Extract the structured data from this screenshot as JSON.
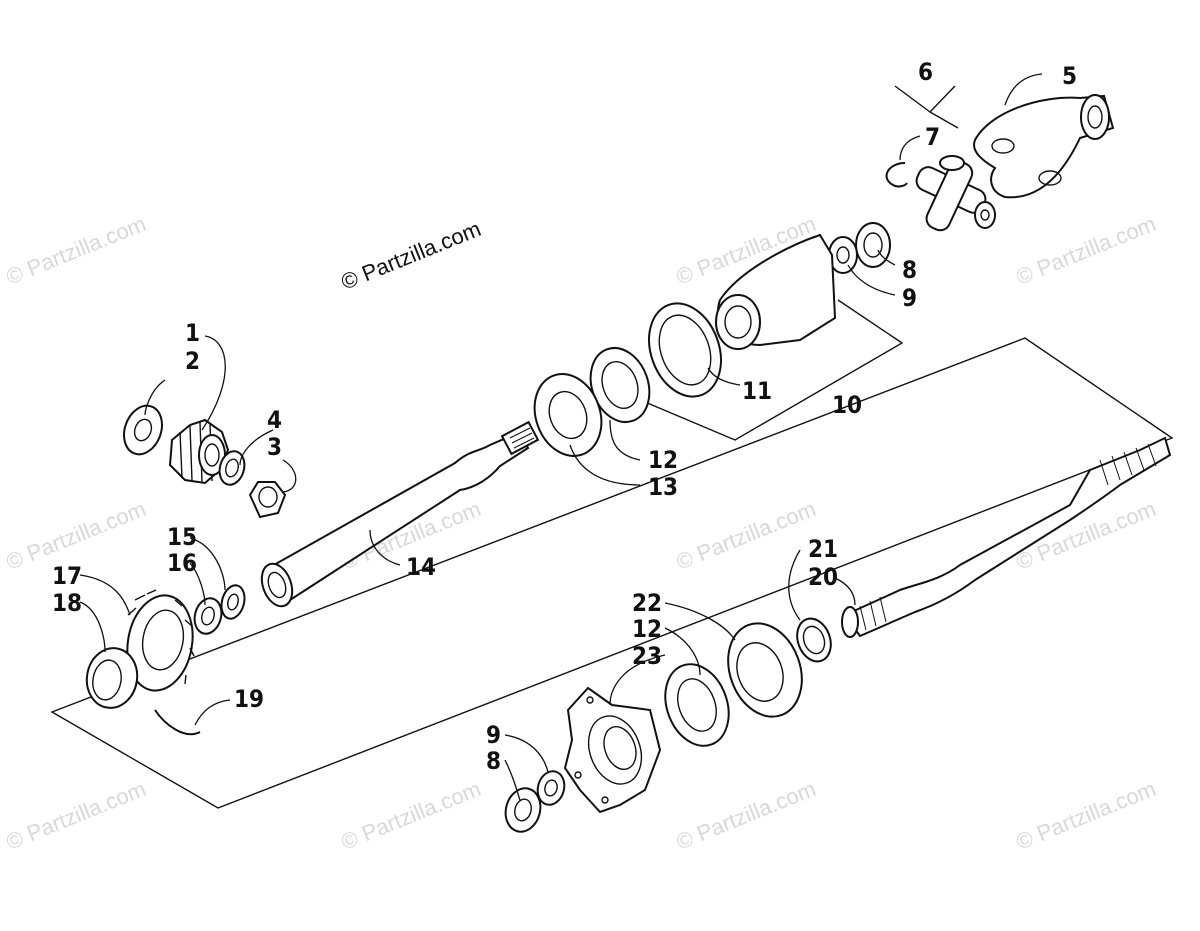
{
  "copyright": "© Partzilla.com",
  "watermark": "© Partzilla.com",
  "callouts": {
    "c1": "1",
    "c2": "2",
    "c3": "3",
    "c4": "4",
    "c5": "5",
    "c6": "6",
    "c7": "7",
    "c8a": "8",
    "c9a": "9",
    "c10": "10",
    "c11": "11",
    "c12a": "12",
    "c13": "13",
    "c14": "14",
    "c15": "15",
    "c16": "16",
    "c17": "17",
    "c18": "18",
    "c19": "19",
    "c20": "20",
    "c21": "21",
    "c22": "22",
    "c12b": "12",
    "c23": "23",
    "c9b": "9",
    "c8b": "8"
  }
}
